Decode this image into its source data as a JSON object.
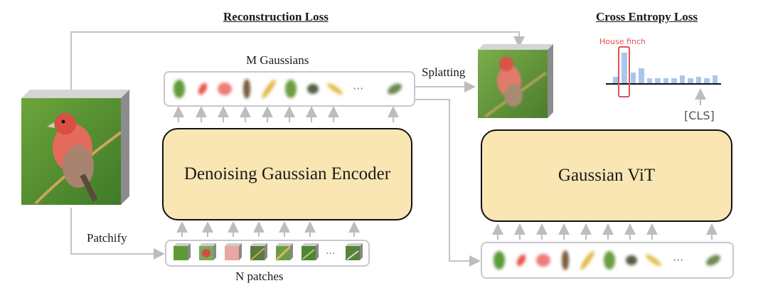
{
  "titles": {
    "reconstruction": "Reconstruction Loss",
    "cross_entropy": "Cross Entropy Loss"
  },
  "labels": {
    "m_gaussians": "M Gaussians",
    "splatting": "Splatting",
    "patchify": "Patchify",
    "n_patches": "N patches",
    "cls": "[CLS]",
    "house_finch": "House finch",
    "ellipsis": "···"
  },
  "blocks": {
    "encoder": "Denoising Gaussian Encoder",
    "vit": "Gaussian ViT"
  },
  "colors": {
    "box_fill": "#f9e6b3",
    "arrow_gray": "#bdbdbd",
    "bar_blue": "#a9c7ec",
    "highlight_red": "#e05252"
  },
  "icons": {
    "input_image": "bird-photo-cube",
    "splat_image": "rendered-bird-cube",
    "gaussians": "gaussian-blob-icons",
    "patches": "image-patch-cubes"
  }
}
